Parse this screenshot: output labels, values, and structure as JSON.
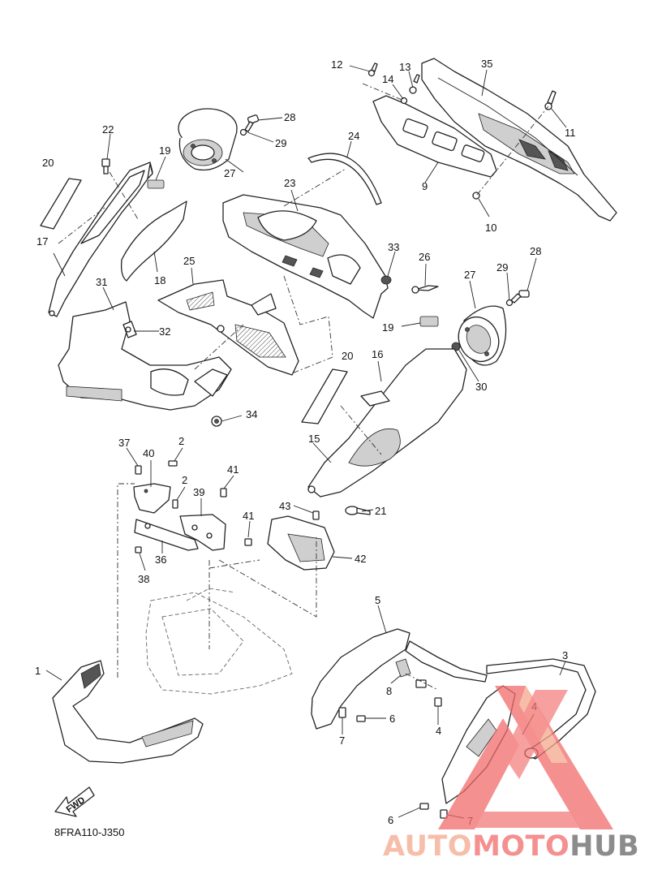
{
  "diagram_code": "8FRA110-J350",
  "fwd_label": "FWD",
  "watermark": {
    "auto": "AUTO",
    "moto": "MOTO",
    "hub": "HUB",
    "accent_color": "#f26b6b",
    "dark_color": "#666666",
    "light_color": "#f4a98d",
    "icon": "triangle-logo-icon"
  },
  "callouts": [
    "1",
    "2",
    "2",
    "3",
    "4",
    "4",
    "5",
    "6",
    "6",
    "7",
    "7",
    "8",
    "9",
    "10",
    "11",
    "12",
    "13",
    "14",
    "15",
    "16",
    "17",
    "18",
    "19",
    "19",
    "20",
    "20",
    "21",
    "22",
    "23",
    "24",
    "25",
    "26",
    "27",
    "27",
    "28",
    "28",
    "29",
    "29",
    "30",
    "31",
    "32",
    "33",
    "34",
    "35",
    "36",
    "37",
    "38",
    "39",
    "40",
    "41",
    "41",
    "42",
    "43"
  ]
}
